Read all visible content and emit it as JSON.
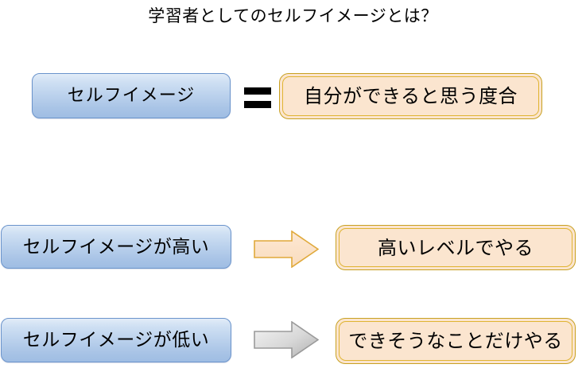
{
  "slide": {
    "title": "学習者としてのセルフイメージとは？",
    "background_color": "#ffffff"
  },
  "theme": {
    "blue_fill_top": "#e2ecf8",
    "blue_fill_bottom": "#9fbde3",
    "blue_border": "#6a93cb",
    "orange_fill": "#fbe5cf",
    "orange_border_outer": "#c8a020",
    "orange_border_inner": "#e0b432",
    "gray_fill_top": "#f0f0f0",
    "gray_fill_bottom": "#b4b4b4",
    "gray_border": "#9a9a9a",
    "text_color": "#000000"
  },
  "rows": [
    {
      "id": "definition",
      "left_box": {
        "label": "セルフイメージ",
        "style": "blue"
      },
      "connector": {
        "type": "equals",
        "symbol": "="
      },
      "right_box": {
        "label": "自分ができると思う度合",
        "style": "orange"
      }
    },
    {
      "id": "high-self-image",
      "left_box": {
        "label": "セルフイメージが高い",
        "style": "blue"
      },
      "connector": {
        "type": "arrow",
        "direction": "right",
        "color": "orange"
      },
      "right_box": {
        "label": "高いレベルでやる",
        "style": "orange"
      }
    },
    {
      "id": "low-self-image",
      "left_box": {
        "label": "セルフイメージが低い",
        "style": "blue"
      },
      "connector": {
        "type": "arrow",
        "direction": "right",
        "color": "gray"
      },
      "right_box": {
        "label": "できそうなことだけやる",
        "style": "orange"
      }
    }
  ]
}
